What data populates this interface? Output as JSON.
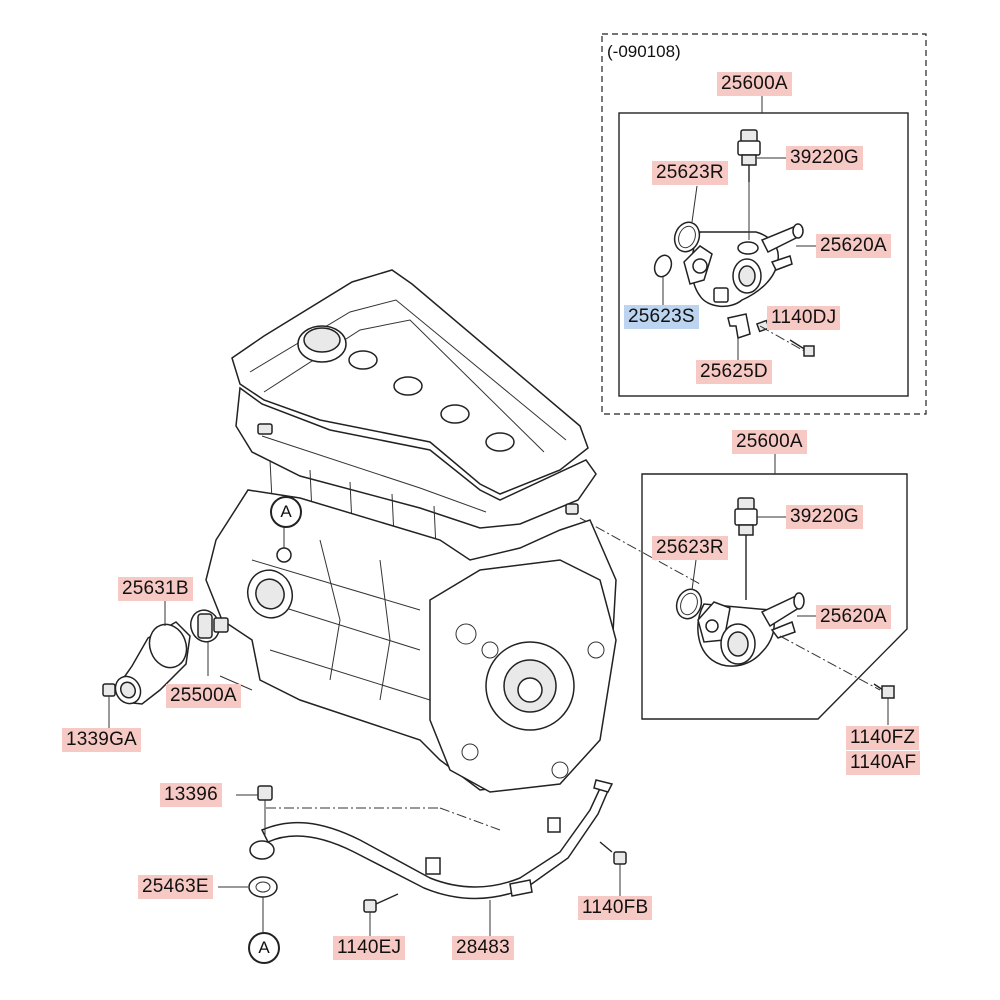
{
  "variant_note": "(-090108)",
  "labels": {
    "top_assembly": "25600A",
    "top_sensor": "39220G",
    "top_oring_r": "25623R",
    "top_fitting": "25620A",
    "top_oring_s": "25623S",
    "top_bolt": "1140DJ",
    "top_bracket": "25625D",
    "mid_assembly": "25600A",
    "mid_sensor": "39220G",
    "mid_oring_r": "25623R",
    "mid_fitting": "25620A",
    "cover": "25631B",
    "thermostat": "25500A",
    "nut": "1339GA",
    "bolt_fz": "1140FZ",
    "bolt_af": "1140AF",
    "pipe_nut": "13396",
    "gasket": "25463E",
    "bolt_fb": "1140FB",
    "bolt_ej": "1140EJ",
    "pipe": "28483"
  },
  "markers": {
    "upper": "A",
    "lower": "A"
  },
  "highlight_color": "#f7c9c4",
  "selected_color": "#bcd4ef"
}
